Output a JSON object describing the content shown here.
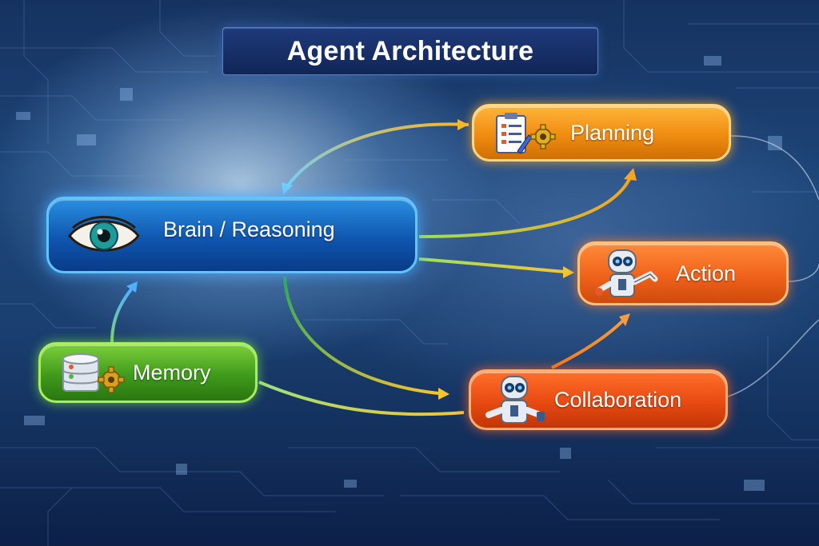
{
  "title": "Agent Architecture",
  "nodes": {
    "brain": {
      "label": "Brain / Reasoning",
      "icon": "eye-icon",
      "color": "#0f56b0"
    },
    "memory": {
      "label": "Memory",
      "icon": "database-gear-icon",
      "color": "#3f9b1c"
    },
    "planning": {
      "label": "Planning",
      "icon": "clipboard-gear-icon",
      "color": "#f08c10"
    },
    "action": {
      "label": "Action",
      "icon": "robot-icon",
      "color": "#f0621a"
    },
    "collaboration": {
      "label": "Collaboration",
      "icon": "robot-icon",
      "color": "#e84a12"
    }
  },
  "edges": [
    {
      "from": "Brain / Reasoning",
      "to": "Planning"
    },
    {
      "from": "Planning",
      "to": "Brain / Reasoning"
    },
    {
      "from": "Brain / Reasoning",
      "to": "Action"
    },
    {
      "from": "Brain / Reasoning",
      "to": "Collaboration"
    },
    {
      "from": "Memory",
      "to": "Brain / Reasoning"
    },
    {
      "from": "Collaboration",
      "to": "Action"
    },
    {
      "from": "Memory",
      "to": "Collaboration"
    }
  ]
}
